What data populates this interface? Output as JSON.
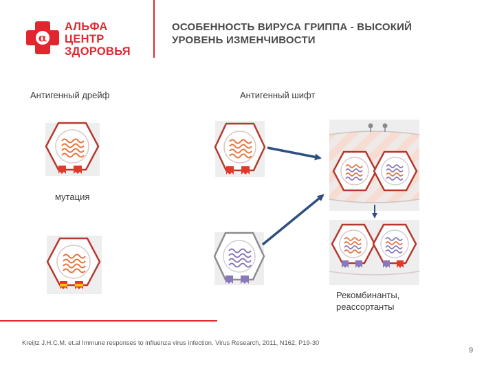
{
  "brand": {
    "logo_lines": [
      "АЛЬФА",
      "ЦЕНТР",
      "ЗДОРОВЬЯ"
    ],
    "logo_symbol": "α",
    "color": "#e3262e"
  },
  "title_lines": [
    "ОСОБЕННОСТЬ ВИРУСА ГРИППА  - ВЫСОКИЙ",
    "УРОВЕНЬ ИЗМЕНЧИВОСТИ"
  ],
  "labels": {
    "drift": "Антигенный дрейф",
    "shift": "Антигенный шифт",
    "mutation": "мутация",
    "recombinants_line1": "Рекомбинанты,",
    "recombinants_line2": "реассортанты"
  },
  "colors": {
    "virus_red": "#c0392b",
    "virus_orange": "#e8743b",
    "virus_purple": "#8a78b8",
    "virus_gray": "#8c8c8c",
    "yellow": "#f5c400",
    "arrow_blue": "#2f4f7f",
    "cell_pink": "#f5d6cc",
    "panel_bg": "#eeeeee"
  },
  "reference": "Kreijtz J.H.C.M. et.al Immune responses to influenza virus infection. Virus Research, 2011, N162, P19-30",
  "page_number": "9"
}
